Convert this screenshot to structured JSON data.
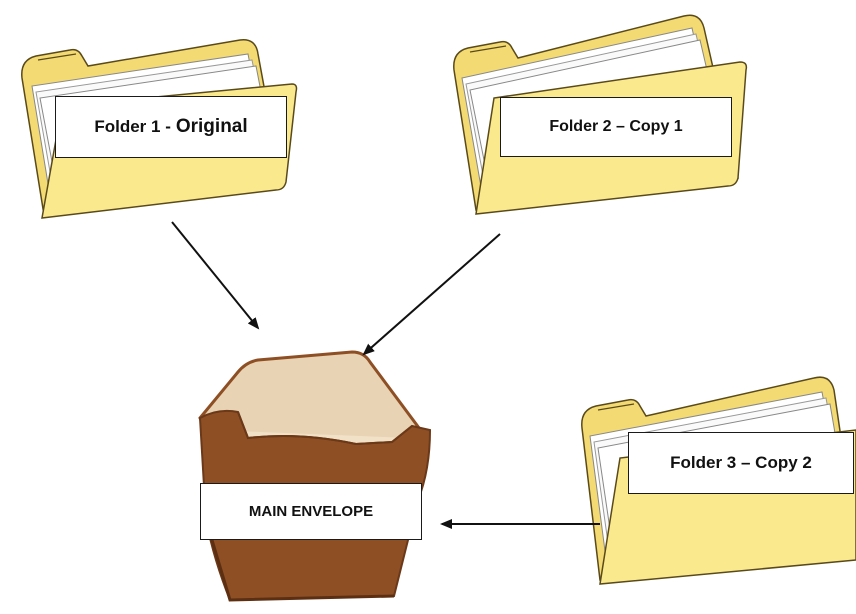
{
  "folders": [
    {
      "label_a": "Folder 1 -",
      "label_b": "Original"
    },
    {
      "label": "Folder 2 – Copy 1"
    },
    {
      "label": "Folder 3 – Copy 2"
    }
  ],
  "envelope": {
    "label": "MAIN ENVELOPE"
  },
  "colors": {
    "folder_fill": "#fbe98e",
    "folder_outline": "#5a4a1a",
    "paper": "#ffffff",
    "envelope_brown": "#8e4f24",
    "envelope_dark": "#6b3818",
    "envelope_flap": "#e8d3b4",
    "arrow": "#111111"
  }
}
